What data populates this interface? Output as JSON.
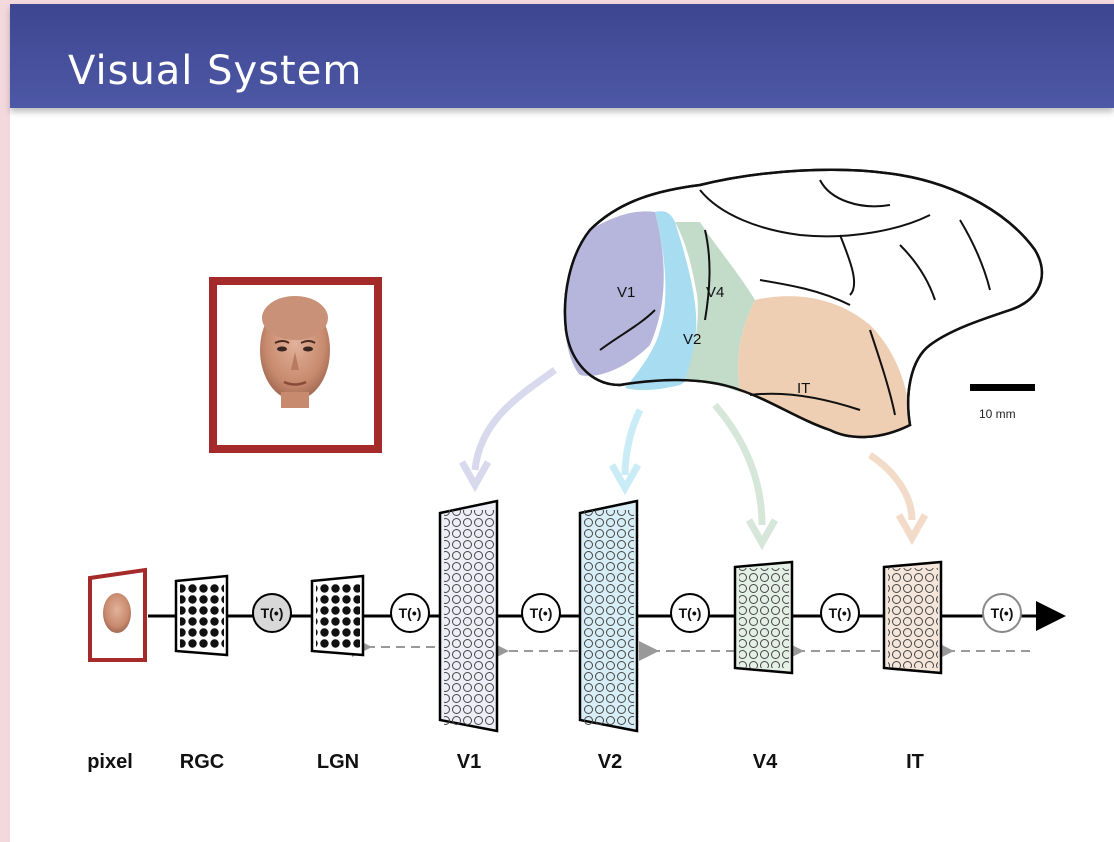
{
  "slide": {
    "title": "Visual System"
  },
  "brain": {
    "areas": [
      "V1",
      "V2",
      "V4",
      "IT"
    ],
    "scale_label": "10 mm"
  },
  "pipeline": {
    "stages": [
      "pixel",
      "RGC",
      "LGN",
      "V1",
      "V2",
      "V4",
      "IT"
    ],
    "transform_label": "T(•)"
  },
  "colors": {
    "v1": "#b6b6dd",
    "v2": "#a8dcf0",
    "v4": "#c2dcc9",
    "it": "#efcfb3",
    "face_frame": "#a52a2a",
    "title_bar": "#434c9a"
  }
}
